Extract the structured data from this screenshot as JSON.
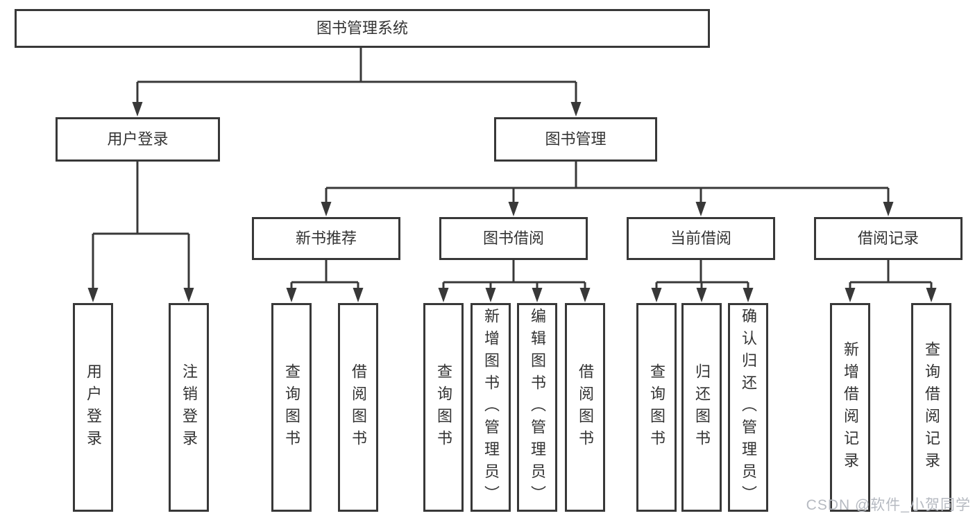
{
  "colors": {
    "line": "#383838",
    "text": "#333333",
    "background": "#ffffff",
    "watermark": "#b6bac1"
  },
  "tree": {
    "root": "图书管理系统",
    "children": [
      {
        "label": "用户登录",
        "children": [
          {
            "label": "用户登录"
          },
          {
            "label": "注销登录"
          }
        ]
      },
      {
        "label": "图书管理",
        "children": [
          {
            "label": "新书推荐",
            "children": [
              {
                "label": "查询图书"
              },
              {
                "label": "借阅图书"
              }
            ]
          },
          {
            "label": "图书借阅",
            "children": [
              {
                "label": "查询图书"
              },
              {
                "label": "新增图书（管理员）"
              },
              {
                "label": "编辑图书（管理员）"
              },
              {
                "label": "借阅图书"
              }
            ]
          },
          {
            "label": "当前借阅",
            "children": [
              {
                "label": "查询图书"
              },
              {
                "label": "归还图书"
              },
              {
                "label": "确认归还（管理员）"
              }
            ]
          },
          {
            "label": "借阅记录",
            "children": [
              {
                "label": "新增借阅记录"
              },
              {
                "label": "查询借阅记录"
              }
            ]
          }
        ]
      }
    ]
  },
  "watermark": "CSDN @软件_小贺同学"
}
